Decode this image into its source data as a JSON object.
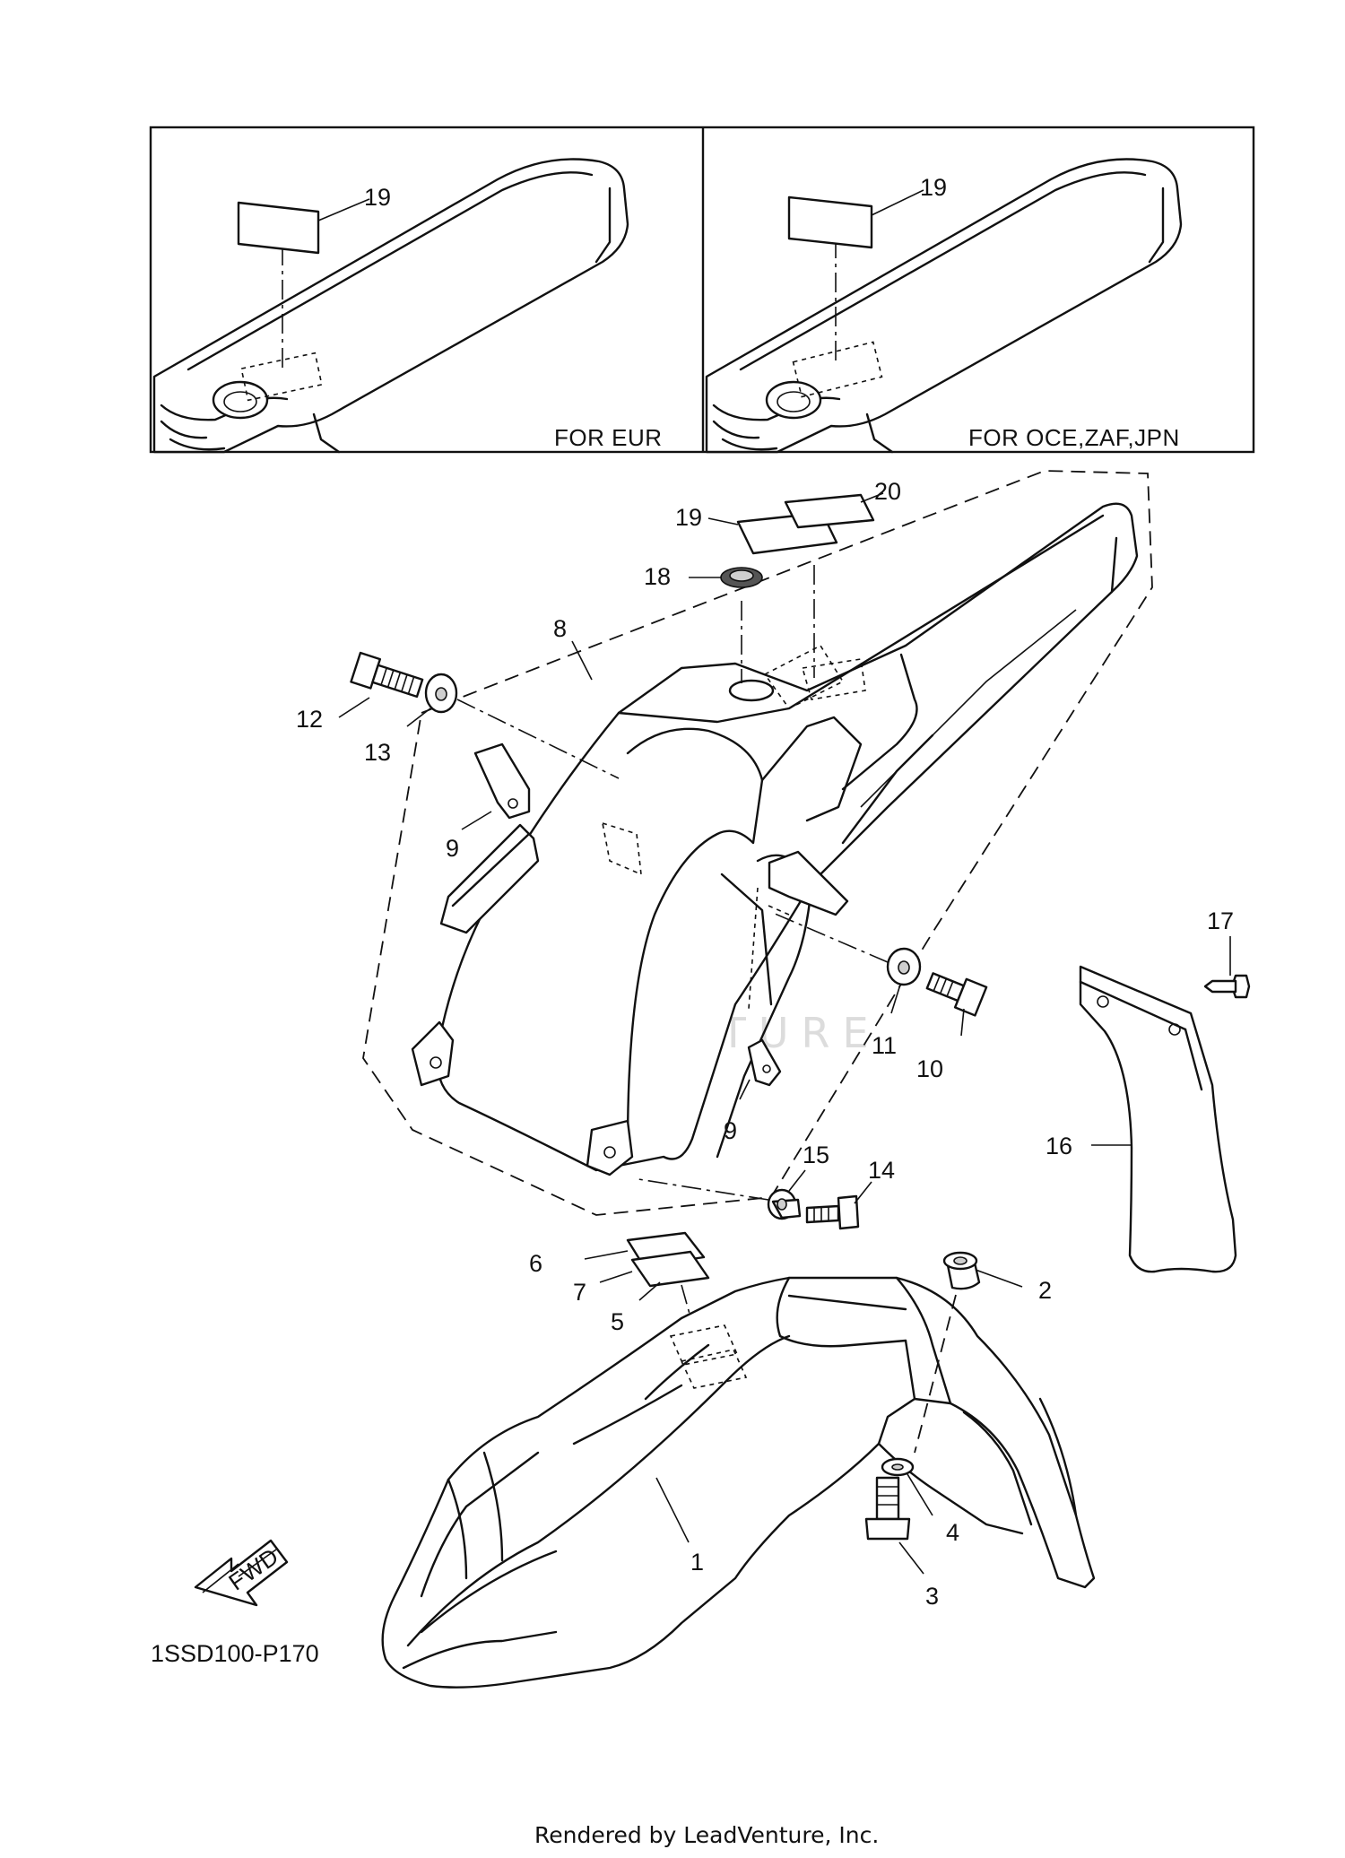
{
  "panels": {
    "left_label": "FOR EUR",
    "right_label": "FOR OCE,ZAF,JPN"
  },
  "callouts": {
    "c19_left": "19",
    "c19_right": "19",
    "c19_main": "19",
    "c20": "20",
    "c18": "18",
    "c8": "8",
    "c12": "12",
    "c13": "13",
    "c9_left": "9",
    "c9_right": "9",
    "c11": "11",
    "c10": "10",
    "c17": "17",
    "c16": "16",
    "c15": "15",
    "c14": "14",
    "c6": "6",
    "c7": "7",
    "c5": "5",
    "c2": "2",
    "c4": "4",
    "c3": "3",
    "c1": "1"
  },
  "fwd_label": "FWD",
  "diagram_code": "1SSD100-P170",
  "watermark": "LEADVENTURE",
  "footer": "Rendered by LeadVenture, Inc."
}
